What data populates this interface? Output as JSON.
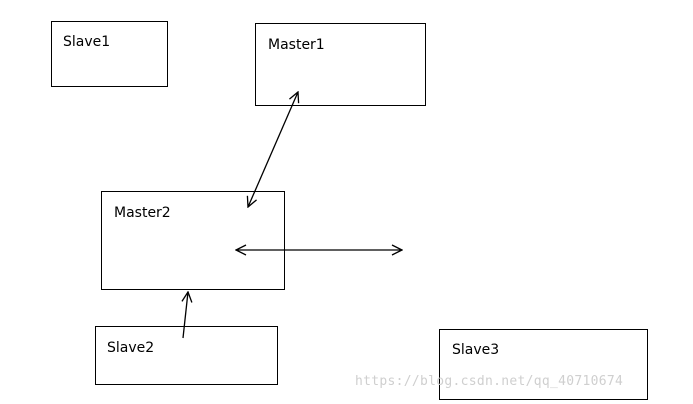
{
  "nodes": [
    {
      "id": "slave1",
      "label": "Slave1"
    },
    {
      "id": "master1",
      "label": "Master1"
    },
    {
      "id": "master2",
      "label": "Master2"
    },
    {
      "id": "slave2",
      "label": "Slave2"
    },
    {
      "id": "slave3",
      "label": "Slave3"
    }
  ],
  "edges": [
    {
      "from": "master1",
      "to": "master2",
      "direction": "both"
    },
    {
      "from": "master2",
      "to": "outside-right",
      "direction": "both"
    },
    {
      "from": "slave2",
      "to": "master2",
      "direction": "forward"
    }
  ],
  "watermark": "https://blog.csdn.net/qq_40710674"
}
